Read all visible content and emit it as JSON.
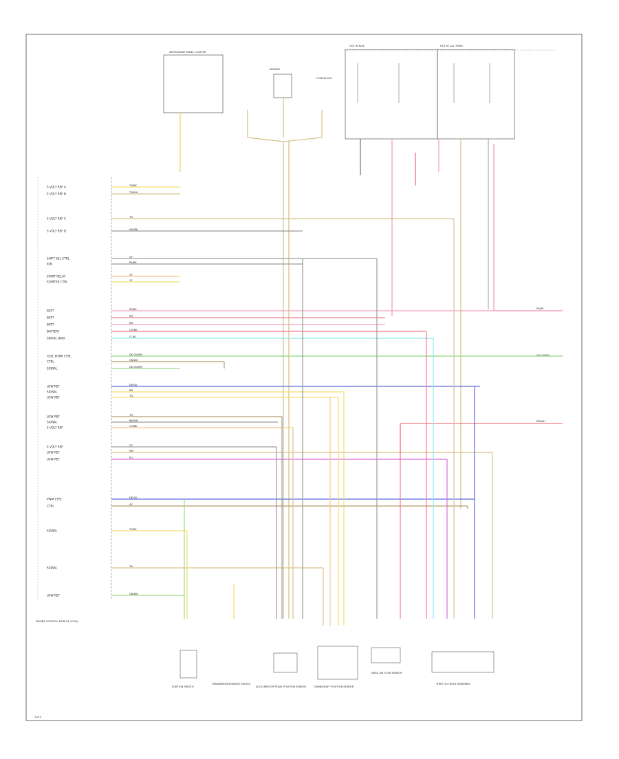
{
  "diagram": {
    "left_pins": [
      {
        "label": "5 VOLT REF A",
        "wire_color": "TN/BK"
      },
      {
        "label": "5 VOLT REF B",
        "wire_color": "TN/WH"
      },
      {
        "label": "5 VOLT REF C",
        "wire_color": "TN"
      },
      {
        "label": "5 VOLT REF D",
        "wire_color": "WH/BK"
      },
      {
        "label": "SHIFT SEL CTRL",
        "wire_color": "GY"
      },
      {
        "label": "IGN",
        "wire_color": "PK/BK"
      },
      {
        "label": "START RELAY",
        "wire_color": "GY"
      },
      {
        "label": "STARTER CTRL",
        "wire_color": "YE"
      },
      {
        "label": "BATT",
        "wire_color": "PK/BK"
      },
      {
        "label": "BATT",
        "wire_color": "RD"
      },
      {
        "label": "BATT",
        "wire_color": "RD"
      },
      {
        "label": "BATTERY",
        "wire_color": "OG/BK"
      },
      {
        "label": "SERIAL DATA",
        "wire_color": "LT BU"
      },
      {
        "label": "FUEL PUMP CTRL",
        "wire_color": "DK GN/WH"
      },
      {
        "label": "CTRL",
        "wire_color": "GN/WH"
      },
      {
        "label": "SIGNAL",
        "wire_color": "DK GN/WH"
      },
      {
        "label": "LOW REF",
        "wire_color": "DK BU"
      },
      {
        "label": "SIGNAL",
        "wire_color": "BN"
      },
      {
        "label": "LOW REF",
        "wire_color": "TN"
      },
      {
        "label": "LOW REF",
        "wire_color": "TN"
      },
      {
        "label": "SIGNAL",
        "wire_color": "BK/WH"
      },
      {
        "label": "5 VOLT REF",
        "wire_color": "OG/BK"
      },
      {
        "label": "5 VOLT REF",
        "wire_color": "GY"
      },
      {
        "label": "LOW REF",
        "wire_color": "WH"
      },
      {
        "label": "LOW REF",
        "wire_color": "PU"
      },
      {
        "label": "PWM CTRL",
        "wire_color": "DK BU"
      },
      {
        "label": "CTRL",
        "wire_color": "GY"
      },
      {
        "label": "SIGNAL",
        "wire_color": "YE/BK"
      },
      {
        "label": "SIGNAL",
        "wire_color": "TN"
      },
      {
        "label": "LOW REF",
        "wire_color": "GN/WH"
      }
    ],
    "module_label": "ENGINE CONTROL MODULE (ECM)",
    "top_components": [
      {
        "id": "ip",
        "label": "INSTRUMENT PANEL CLUSTER"
      },
      {
        "id": "sensor",
        "label": "SENSOR"
      },
      {
        "id": "fuse",
        "label": "FUSE BLOCK"
      }
    ],
    "relay_block_labels": [
      "HOT IN RUN",
      "HOT AT ALL TIMES"
    ],
    "right_wire_labels": [
      "PK/BK",
      "DK GN/WH",
      "RD/WH"
    ],
    "bottom_components": [
      {
        "label": "IGNITION SWITCH"
      },
      {
        "label": "TRANSMISSION RANGE SWITCH"
      },
      {
        "label": "ACCELERATOR PEDAL POSITION SENSOR"
      },
      {
        "label": "CRANKSHAFT POSITION SENSOR"
      },
      {
        "label": "MASS AIR FLOW SENSOR"
      },
      {
        "label": "THROTTLE BODY ASSEMBLY"
      }
    ],
    "page_number": "1 of 3"
  },
  "colors": {
    "frame": "#555555",
    "yellow": "#f2dd6a",
    "tan": "#d9c28c",
    "pink": "#f5a0b5",
    "red": "#f27a8a",
    "cyan": "#8fe8ee",
    "green": "#9adc8c",
    "blue": "#5a6bdf",
    "magenta": "#e06ad8",
    "orange": "#f5c68a",
    "gray": "#9a9a9a",
    "brown": "#b79b6e"
  }
}
